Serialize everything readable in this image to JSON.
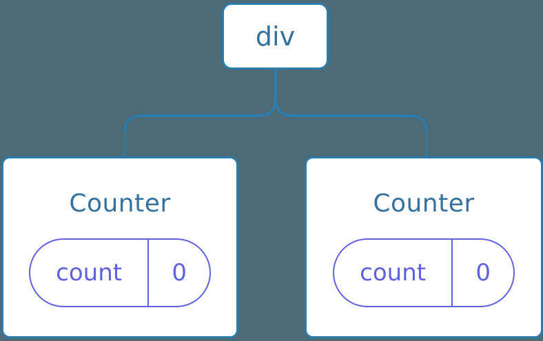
{
  "diagram": {
    "root": {
      "label": "div"
    },
    "children": [
      {
        "title": "Counter",
        "state": {
          "key": "count",
          "value": "0"
        }
      },
      {
        "title": "Counter",
        "state": {
          "key": "count",
          "value": "0"
        }
      }
    ]
  },
  "colors": {
    "background": "#4d6a77",
    "connector": "#2c7bab",
    "node_border": "#2c7bab",
    "node_fill": "#ffffff",
    "label_text": "#35719f",
    "state_accent": "#6161e0"
  }
}
